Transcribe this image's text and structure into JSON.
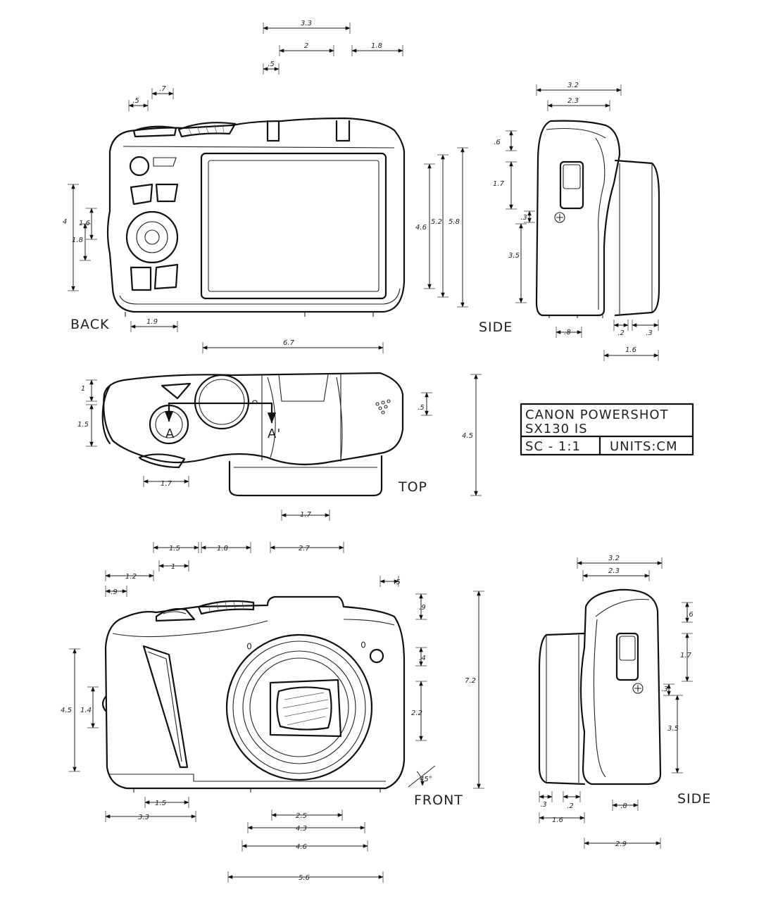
{
  "title_block": {
    "line1": "CANON POWERSHOT",
    "line2": "SX130 IS",
    "scale": "SC - 1:1",
    "units": "UNITS:CM"
  },
  "views": {
    "back": "BACK",
    "side_top": "SIDE",
    "top": "TOP",
    "front": "FRONT",
    "side_bottom": "SIDE"
  },
  "section_marks": {
    "a": "A",
    "a_prime": "A'"
  },
  "dims": {
    "back": {
      "d33": "3.3",
      "d2": "2",
      "d18": "1.8",
      "d05": ".5",
      "d05b": ".5",
      "d07": ".7",
      "d4": "4",
      "d16": "1.6",
      "d18b": "1.8",
      "d46": "4.6",
      "d52": "5.2",
      "d58": "5.8",
      "d19": "1.9",
      "d67": "6.7"
    },
    "side_top": {
      "d32": "3.2",
      "d23": "2.3",
      "d06": ".6",
      "d17": "1.7",
      "d03": ".3",
      "d35": "3.5",
      "d08": ".8",
      "d02": ".2",
      "d03b": ".3",
      "d16": "1.6"
    },
    "top": {
      "d1": "1",
      "d15": "1.5",
      "d17": "1.7",
      "d05": ".5",
      "d45": "4.5",
      "d17b": "1.7"
    },
    "front": {
      "d15": "1.5",
      "d18": "1.8",
      "d27": "2.7",
      "d12": "1.2",
      "d1": "1",
      "d09": ".9",
      "d05": ".5",
      "d09b": ".9",
      "d04": ".4",
      "d22": "2.2",
      "d72": "7.2",
      "d45": "4.5",
      "d14": "1.4",
      "d45deg": "45°",
      "d15b": "1.5",
      "d33": "3.3",
      "d25": "2.5",
      "d43": "4.3",
      "d46": "4.6",
      "d56": "5.6"
    },
    "side_bottom": {
      "d32": "3.2",
      "d23": "2.3",
      "d06": ".6",
      "d17": "1.7",
      "d03": ".3",
      "d35": "3.5",
      "d03b": ".3",
      "d02": ".2",
      "d08": ".8",
      "d16": "1.6",
      "d29": "2.9"
    }
  }
}
